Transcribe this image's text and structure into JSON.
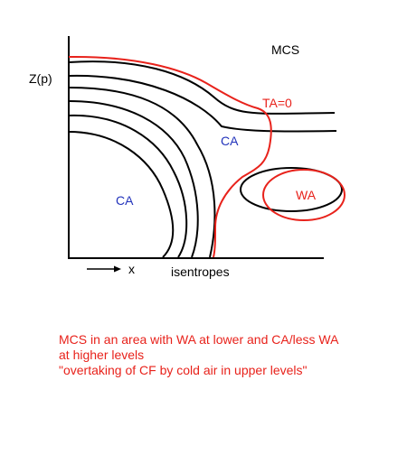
{
  "diagram": {
    "title": "MCS",
    "y_axis_label": "Z(p)",
    "x_axis_label": "x",
    "isentropes_label": "isentropes",
    "ta_label": "TA=0",
    "cold_air_label_1": "CA",
    "cold_air_label_2": "CA",
    "warm_air_label": "WA"
  },
  "caption": {
    "line1": "MCS in an area with WA at lower and CA/less WA",
    "line2": "at higher levels",
    "line3": "\"overtaking of CF by cold air in upper levels\""
  },
  "colors": {
    "red": "#e8221b",
    "blue": "#2233bb",
    "black": "#000000"
  }
}
